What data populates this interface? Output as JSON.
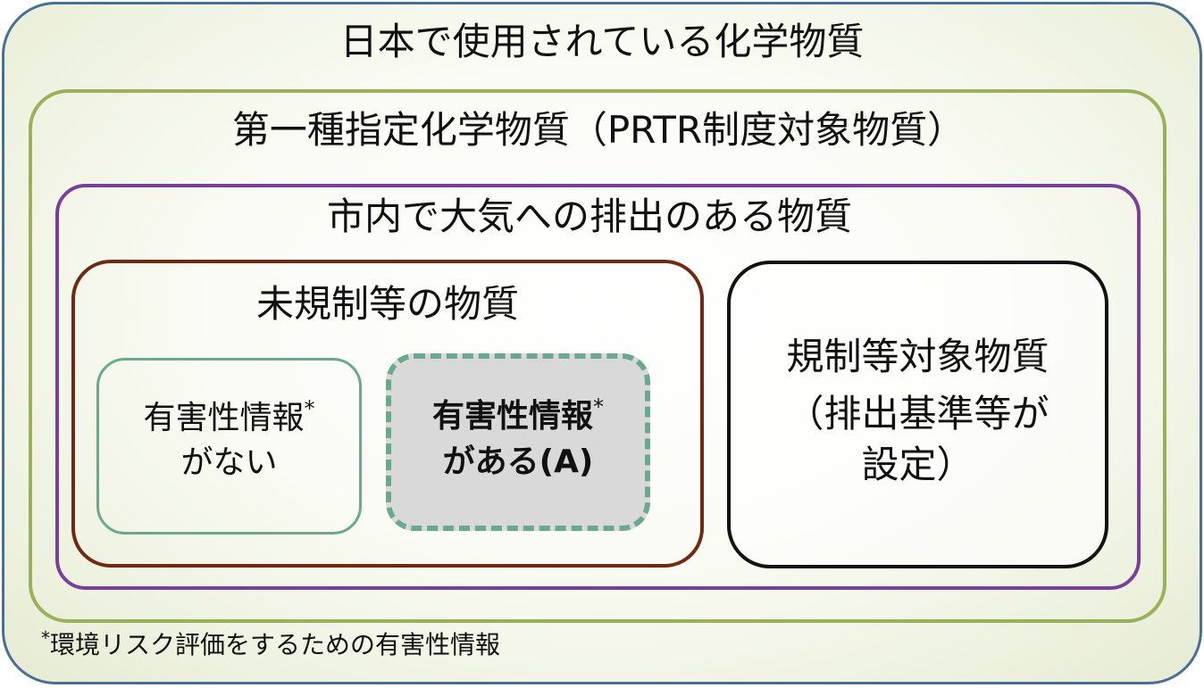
{
  "diagram": {
    "outer_title": "日本で使用されている化学物質",
    "level1_title": "第一種指定化学物質（PRTR制度対象物質）",
    "level2_title": "市内で大気への排出のある物質",
    "unregulated": {
      "title": "未規制等の物質",
      "no_hazard_info": {
        "line1": "有害性情報",
        "asterisk": "*",
        "line2": "がない"
      },
      "has_hazard_info": {
        "line1": "有害性情報",
        "asterisk": "*",
        "line2": "がある(A)"
      }
    },
    "regulated": {
      "line1": "規制等対象物質",
      "line2": "（排出基準等が",
      "line3": "設定）"
    },
    "footnote": {
      "asterisk": "*",
      "text": "環境リスク評価をするための有害性情報"
    }
  },
  "colors": {
    "outer_border": "#4a6f96",
    "level1_border": "#9bb05a",
    "level2_border": "#7a3f98",
    "unregulated_border": "#6f2a14",
    "regulated_border": "#111111",
    "hazard_box_border": "#6ba98d",
    "hazard_box_fill": "#d9d9d9"
  }
}
